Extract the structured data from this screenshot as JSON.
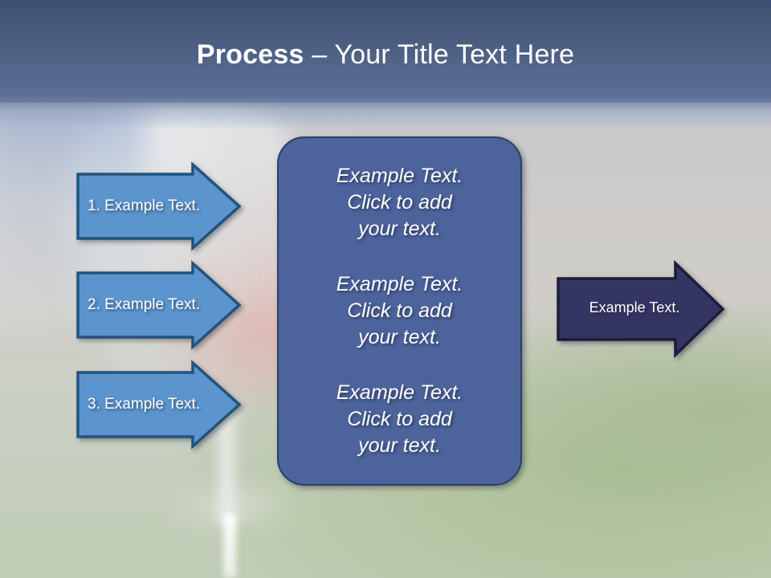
{
  "slide": {
    "title": {
      "bold_part": "Process",
      "rest_part": " – Your Title Text Here"
    },
    "colors": {
      "title_band_top": "#3b4d74",
      "title_band_bottom": "#5a6d93",
      "step_arrow_fill": "#5b94cd",
      "step_arrow_border": "#23527c",
      "center_box_fill": "#4c639c",
      "center_box_border": "#2c3f63",
      "final_arrow_fill": "#343563",
      "final_arrow_border": "#1b1c3b",
      "text_color": "#ffffff"
    },
    "steps": [
      {
        "label": "1. Example Text."
      },
      {
        "label": "2. Example Text."
      },
      {
        "label": "3. Example Text."
      }
    ],
    "center_box": {
      "paragraphs": [
        "Example Text.\nClick  to add\nyour text.",
        "Example Text.\nClick  to add\nyour text.",
        "Example Text.\nClick  to add\nyour text."
      ]
    },
    "result_arrow": {
      "label": "Example Text."
    }
  }
}
